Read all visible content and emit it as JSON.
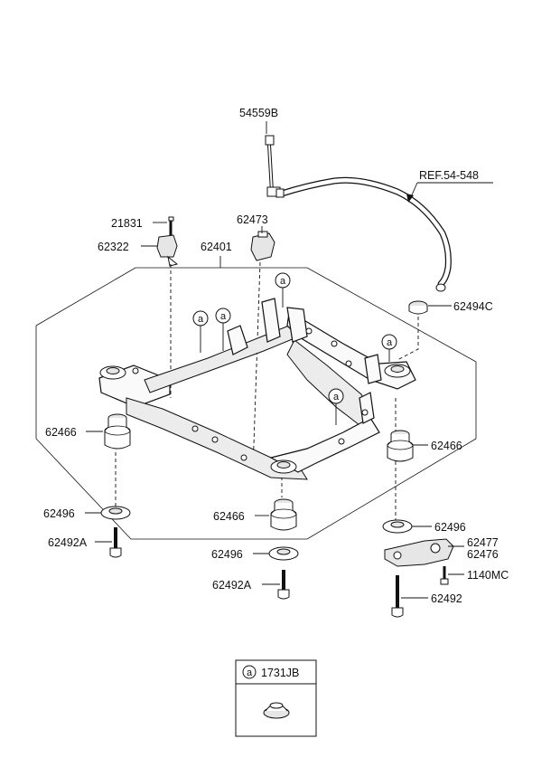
{
  "labels": {
    "p54559b": "54559B",
    "ref": "REF.54-548",
    "p21831": "21831",
    "p62473": "62473",
    "p62322": "62322",
    "p62401": "62401",
    "p62494c": "62494C",
    "p62466_left": "62466",
    "p62466_right": "62466",
    "p62466_mid": "62466",
    "p62496_left": "62496",
    "p62496_mid": "62496",
    "p62496_right": "62496",
    "p62492a_left": "62492A",
    "p62492a_mid": "62492A",
    "p62477": "62477",
    "p62476": "62476",
    "p1140mc": "1140MC",
    "p62492": "62492"
  },
  "callout_letter": "a",
  "legend": {
    "letter": "a",
    "part_no": "1731JB"
  }
}
